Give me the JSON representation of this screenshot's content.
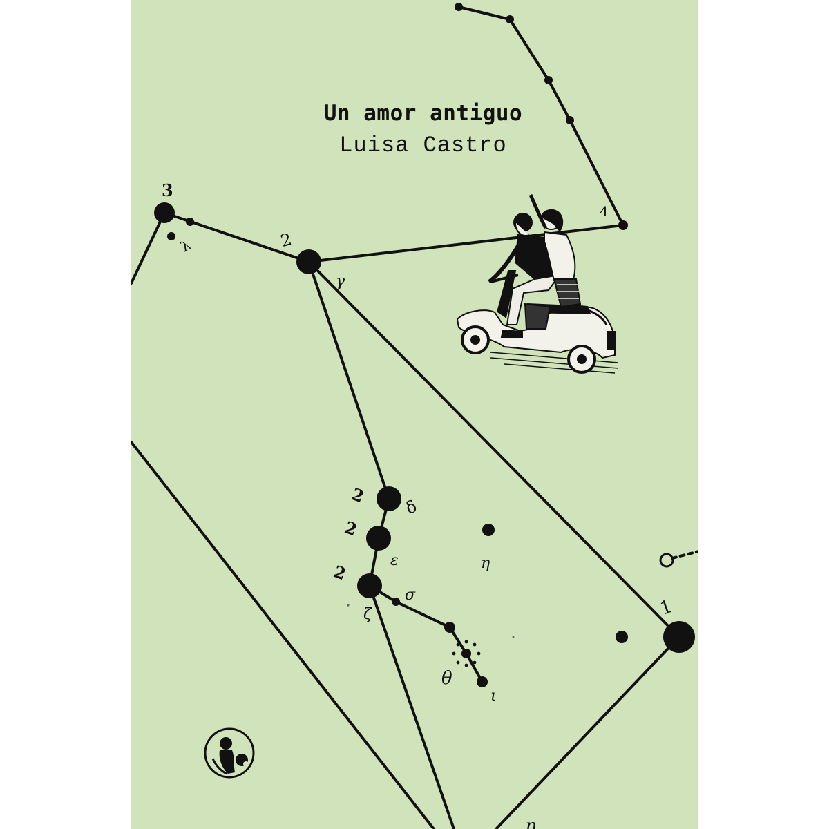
{
  "cover": {
    "title": "Un amor antiguo",
    "author": "Luisa Castro",
    "background_color": "#d0e3bb",
    "ink_color": "#111111"
  },
  "star_labels": {
    "n3": "3",
    "n2_top": "2",
    "n4": "4",
    "n1": "1",
    "n2_delta": "2",
    "n2_epsilon": "2",
    "n2_zeta": "2",
    "lambda": "λ",
    "gamma": "γ",
    "delta": "δ",
    "epsilon": "ε",
    "zeta": "ζ",
    "sigma": "σ",
    "eta": "η",
    "theta": "θ",
    "iota": "ι",
    "bottom": "η"
  },
  "illustration": {
    "subject": "couple-riding-scooter",
    "publisher_logo": "boxer-logo-icon"
  }
}
